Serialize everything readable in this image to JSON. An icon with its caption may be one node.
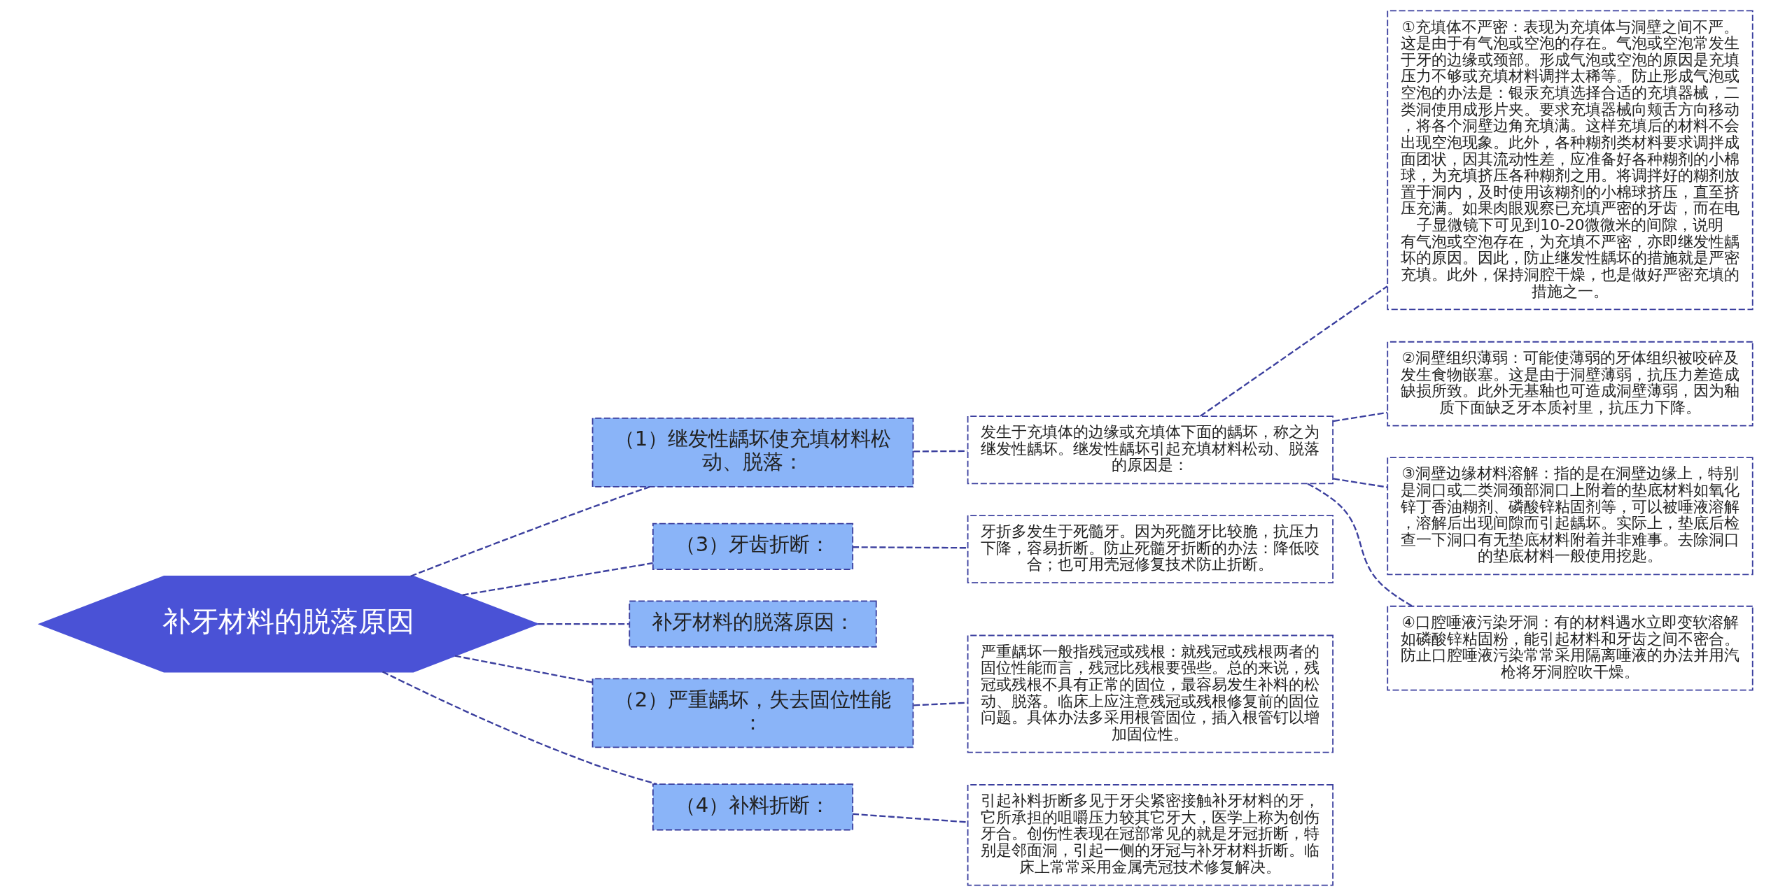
{
  "diagram": {
    "nodes": [
      {
        "text": [
          "补牙材料的脱落原因"
        ]
      },
      {
        "text": [
          "（1）继发性龋坏使充填材料松动、脱落："
        ]
      },
      {
        "text": [
          "发生于充填体的边缘或充填体下面的龋坏，称之为继发性龋坏。继发性龋坏引起充填材料松动、脱落的原因是："
        ]
      },
      {
        "text": [
          "①充填体不严密：表现为充填体与洞壁之间不严。这是由于有气泡或空泡的存在。气泡或空泡常发生于牙的边缘或颈部。形成气泡或空泡的原因是充填压力不够或充填材料调拌太稀等。防止形成气泡或空泡的办法是：银汞充填选择合适的充填器械，二类洞使用成形片夹。要求充填器械向颊舌方向移动，将各个洞壁边角充填满。这样充填后的材料不会出现空泡现象。此外，各种糊剂类材料要求调拌成面团状，因其流动性差，应准备好各种糊剂的小棉球，为充填挤压各种糊剂之用。将调拌好的糊剂放置于洞内，及时使用该糊剂的小棉球挤压，直至挤压充满。如果肉眼观察已充填严密的牙齿，而在电子显微镜下可见到10-20微微米的间隙，说明有气泡或空泡存在，为充填不严密，亦即继发性龋坏的原因。因此，防止继发性龋坏的措施就是严密充填。此外，保持洞腔干燥，也是做好严密充填的措施之一。"
        ]
      },
      {
        "text": [
          "②洞壁组织薄弱：可能使薄弱的牙体组织被咬碎及发生食物嵌塞。这是由于洞壁薄弱，抗压力差造成缺损所致。此外无基釉也可造成洞壁薄弱，因为釉质下面缺乏牙本质衬里，抗压力下降。"
        ]
      },
      {
        "text": [
          "③洞壁边缘材料溶解：指的是在洞壁边缘上，特别是洞口或二类洞颈部洞口上附着的垫底材料如氧化锌丁香油糊剂、磷酸锌粘固剂等，可以被唾液溶解，溶解后出现间隙而引起龋坏。实际上，垫底后检查一下洞口有无垫底材料附着并非难事。去除洞口的垫底材料一般使用挖匙。"
        ]
      },
      {
        "text": [
          "④口腔唾液污染牙洞：有的材料遇水立即变软溶解如磷酸锌粘固粉，能引起材料和牙齿之间不密合。防止口腔唾液污染常常采用隔离唾液的办法并用汽枪将牙洞腔吹干燥。"
        ]
      },
      {
        "text": [
          "（3）牙齿折断："
        ]
      },
      {
        "text": [
          "牙折多发生于死髓牙。因为死髓牙比较脆，抗压力下降，容易折断。防止死髓牙折断的办法：降低咬合；也可用壳冠修复技术防止折断。"
        ]
      },
      {
        "text": [
          "补牙材料的脱落原因："
        ]
      },
      {
        "text": [
          "（2）严重龋坏，失去固位性能："
        ]
      },
      {
        "text": [
          "严重龋坏一般指残冠或残根：就残冠或残根两者的固位性能而言，残冠比残根要强些。总的来说，残冠或残根不具有正常的固位，最容易发生补料的松动、脱落。临床上应注意残冠或残根修复前的固位问题。具体办法多采用根管固位，插入根管钉以增加固位性。"
        ]
      },
      {
        "text": [
          "（4）补料折断："
        ]
      },
      {
        "text": [
          "引起补料折断多见于牙尖紧密接触补牙材料的牙，它所承担的咀嚼压力较其它牙大，医学上称为创伤牙合。创伤性表现在冠部常见的就是牙冠折断，特别是邻面洞，引起一侧的牙冠与补牙材料折断。临床上常常采用金属壳冠技术修复解决。"
        ]
      }
    ],
    "edges": [
      {
        "from": 0,
        "to": 1,
        "arrow": "none",
        "style": "dashed"
      },
      {
        "from": 1,
        "to": 2,
        "arrow": "none",
        "style": "dashed"
      },
      {
        "from": 2,
        "to": 3,
        "arrow": "none",
        "style": "dashed"
      },
      {
        "from": 2,
        "to": 4,
        "arrow": "none",
        "style": "dashed"
      },
      {
        "from": 2,
        "to": 5,
        "arrow": "none",
        "style": "dashed"
      },
      {
        "from": 2,
        "to": 6,
        "arrow": "none",
        "style": "dashed"
      },
      {
        "from": 0,
        "to": 7,
        "arrow": "none",
        "style": "dashed"
      },
      {
        "from": 7,
        "to": 8,
        "arrow": "none",
        "style": "dashed"
      },
      {
        "from": 0,
        "to": 9,
        "arrow": "none",
        "style": "dashed"
      },
      {
        "from": 0,
        "to": 10,
        "arrow": "none",
        "style": "dashed"
      },
      {
        "from": 10,
        "to": 11,
        "arrow": "none",
        "style": "dashed"
      },
      {
        "from": 0,
        "to": 12,
        "arrow": "none",
        "style": "dashed"
      },
      {
        "from": 12,
        "to": 13,
        "arrow": "none",
        "style": "dashed"
      }
    ]
  }
}
